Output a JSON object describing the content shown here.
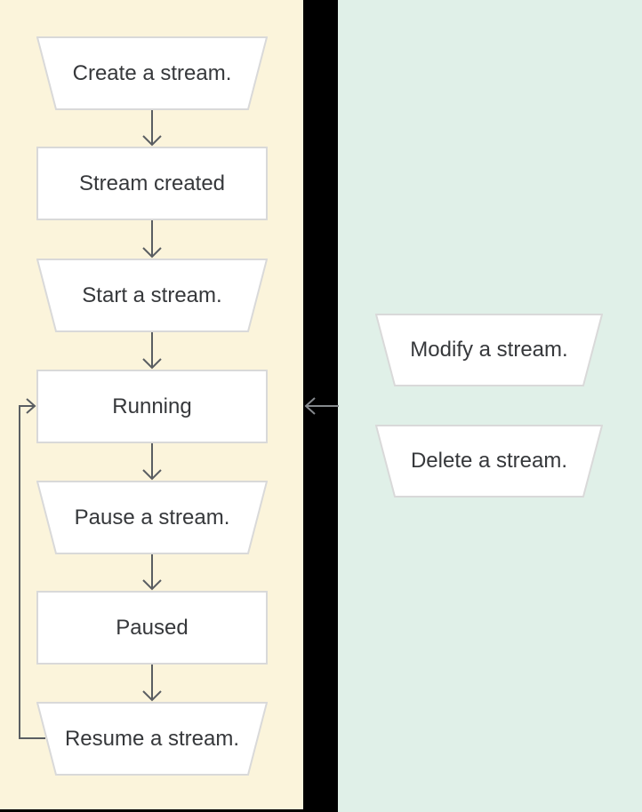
{
  "flowchart": {
    "main_flow": {
      "nodes": [
        {
          "label": "Create a stream.",
          "shape": "trapezoid",
          "kind": "action"
        },
        {
          "label": "Stream created",
          "shape": "rectangle",
          "kind": "state"
        },
        {
          "label": "Start a stream.",
          "shape": "trapezoid",
          "kind": "action"
        },
        {
          "label": "Running",
          "shape": "rectangle",
          "kind": "state"
        },
        {
          "label": "Pause a stream.",
          "shape": "trapezoid",
          "kind": "action"
        },
        {
          "label": "Paused",
          "shape": "rectangle",
          "kind": "state"
        },
        {
          "label": "Resume a stream.",
          "shape": "trapezoid",
          "kind": "action"
        }
      ],
      "edges": [
        {
          "from": "Create a stream.",
          "to": "Stream created",
          "style": "down-arrow"
        },
        {
          "from": "Stream created",
          "to": "Start a stream.",
          "style": "down-arrow"
        },
        {
          "from": "Start a stream.",
          "to": "Running",
          "style": "down-arrow"
        },
        {
          "from": "Running",
          "to": "Pause a stream.",
          "style": "down-arrow"
        },
        {
          "from": "Pause a stream.",
          "to": "Paused",
          "style": "down-arrow"
        },
        {
          "from": "Paused",
          "to": "Resume a stream.",
          "style": "down-arrow"
        },
        {
          "from": "Resume a stream.",
          "to": "Running",
          "style": "loop-left-arrow"
        }
      ]
    },
    "side_actions": {
      "nodes": [
        {
          "label": "Modify a stream.",
          "shape": "trapezoid",
          "kind": "action"
        },
        {
          "label": "Delete a stream.",
          "shape": "trapezoid",
          "kind": "action"
        }
      ],
      "edges": [
        {
          "from": "side-actions",
          "to": "Running",
          "style": "left-arrow-across-gutter"
        }
      ]
    },
    "colors": {
      "left_panel_bg": "#FBF4DB",
      "right_panel_bg": "#E0F0E8",
      "gutter_bg": "#000000",
      "node_fill": "#FFFFFF",
      "node_border": "#D9D9D9",
      "arrow": "#5A5E62",
      "gutter_arrow": "#85898D",
      "text": "#36383B"
    }
  }
}
